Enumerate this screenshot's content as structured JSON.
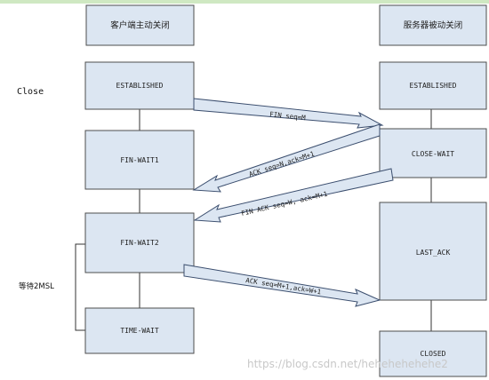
{
  "headers": {
    "client": "客户端主动关闭",
    "server": "服务器被动关闭"
  },
  "side": {
    "close": "Close",
    "wait_2msl": "等待2MSL"
  },
  "client_states": [
    "ESTABLISHED",
    "FIN-WAIT1",
    "FIN-WAIT2",
    "TIME-WAIT"
  ],
  "server_states": [
    "ESTABLISHED",
    "CLOSE-WAIT",
    "LAST_ACK",
    "CLOSED"
  ],
  "messages": [
    {
      "label": "FIN seq=M",
      "direction": "client-to-server"
    },
    {
      "label": "ACK seq=N,ack=M+1",
      "direction": "server-to-client"
    },
    {
      "label": "FIN ACK seq=W, ack=M+1",
      "direction": "server-to-client"
    },
    {
      "label": "ACK seq=M+1,ack=W+1",
      "direction": "client-to-server"
    }
  ],
  "watermark": "https://blog.csdn.net/hehehehehehe2"
}
